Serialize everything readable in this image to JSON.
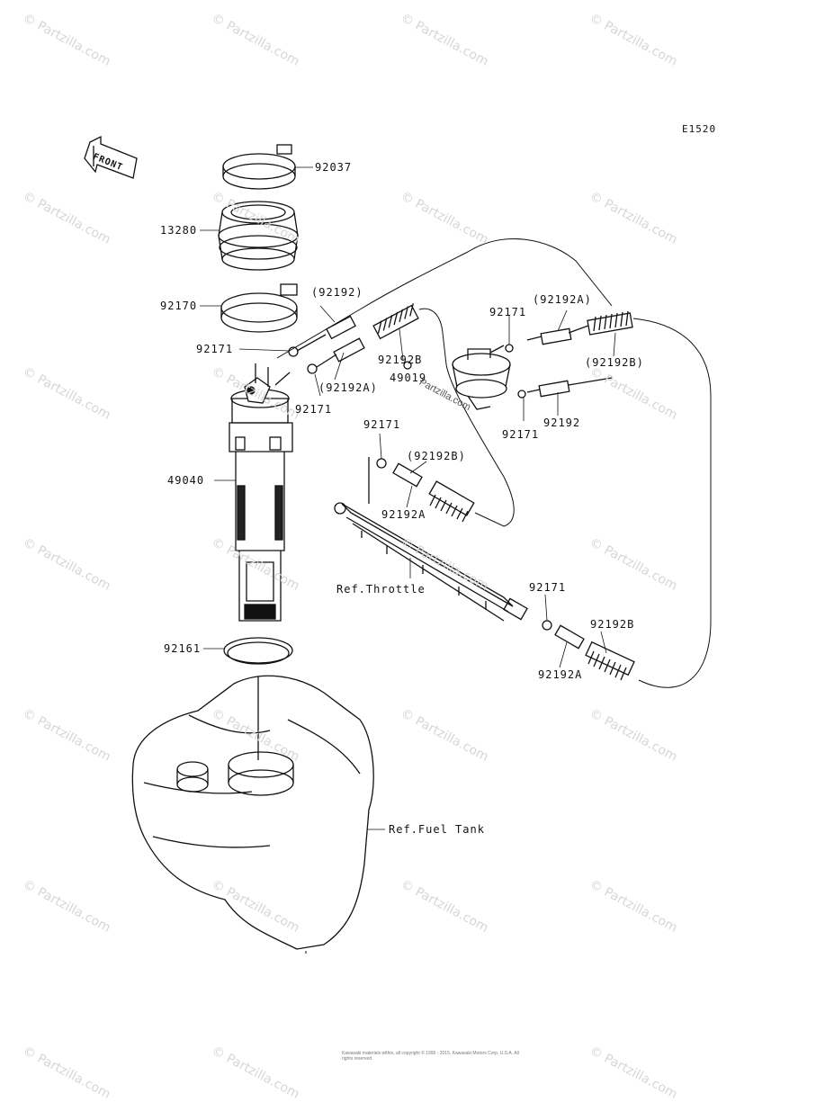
{
  "diagram_code": "E1520",
  "front_label": "FRONT",
  "parts": {
    "p92037": "92037",
    "p13280": "13280",
    "p92170": "92170",
    "p92171_a": "92171",
    "p92171_b": "92171",
    "p92171_c": "92171",
    "p92171_d": "92171",
    "p92171_e": "92171",
    "p92171_f": "92171",
    "p92192_paren": "(92192)",
    "p92192A_paren_a": "(92192A)",
    "p92192A_paren_b": "(92192A)",
    "p92192B_a": "92192B",
    "p92192B_paren_a": "(92192B)",
    "p92192B_paren_b": "(92192B)",
    "p92192B_b": "92192B",
    "p49019": "49019",
    "p92192": "92192",
    "p49040": "49040",
    "p92192A_a": "92192A",
    "p92192A_b": "92192A",
    "p92161": "92161"
  },
  "refs": {
    "throttle": "Ref.Throttle",
    "fuel_tank": "Ref.Fuel Tank"
  },
  "watermark": "© Partzilla.com",
  "overlay_text": "Partzilla.com",
  "copyright": "Kawasaki materials within, all copyright © 1995 - 2015, Kawasaki Motors Corp, U.S.A.  All rights reserved."
}
